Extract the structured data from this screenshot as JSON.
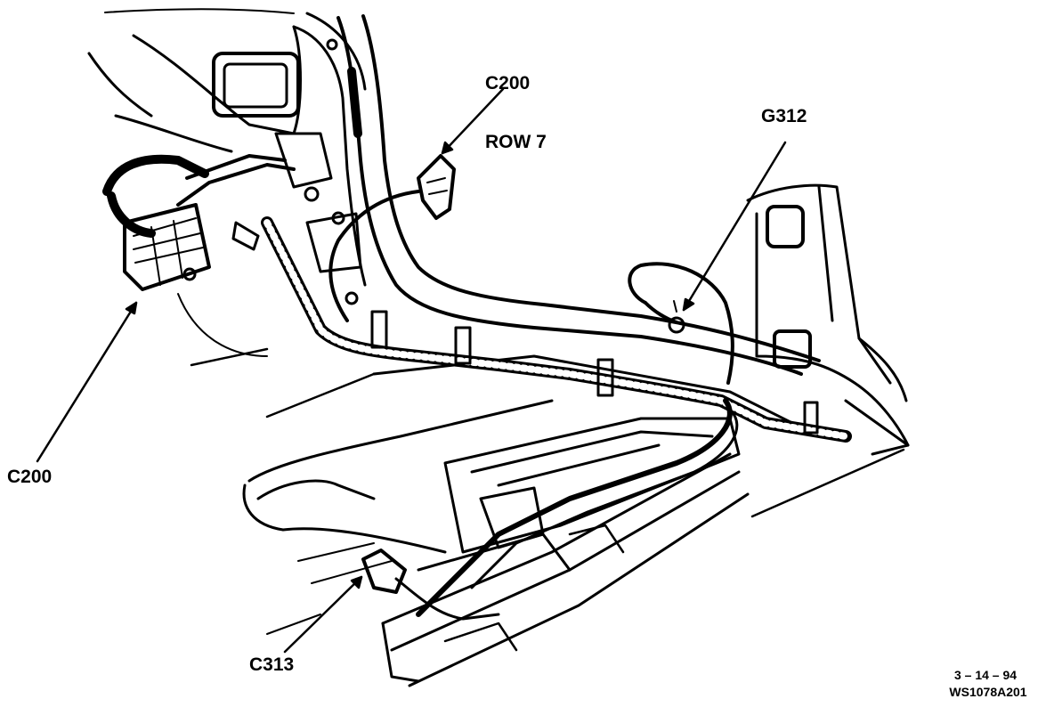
{
  "labels": {
    "c200_row7_line1": "C200",
    "c200_row7_line2": "ROW 7",
    "g312": "G312",
    "c200": "C200",
    "c313": "C313"
  },
  "footer": {
    "date": "3 – 14 – 94",
    "code": "WS1078A201"
  },
  "colors": {
    "ink": "#000000",
    "paper": "#ffffff"
  }
}
